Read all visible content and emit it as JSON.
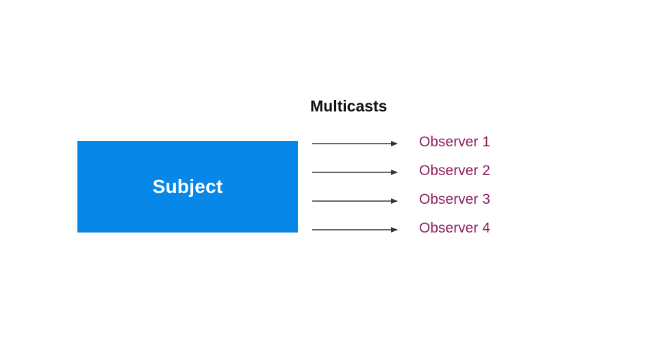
{
  "subject": {
    "label": "Subject",
    "color": "#0787e8",
    "text_color": "#ffffff"
  },
  "multicast": {
    "label": "Multicasts"
  },
  "observers": [
    {
      "label": "Observer 1"
    },
    {
      "label": "Observer 2"
    },
    {
      "label": "Observer 3"
    },
    {
      "label": "Observer 4"
    }
  ],
  "colors": {
    "observer_text": "#8f1e5e",
    "arrow": "#333333"
  }
}
